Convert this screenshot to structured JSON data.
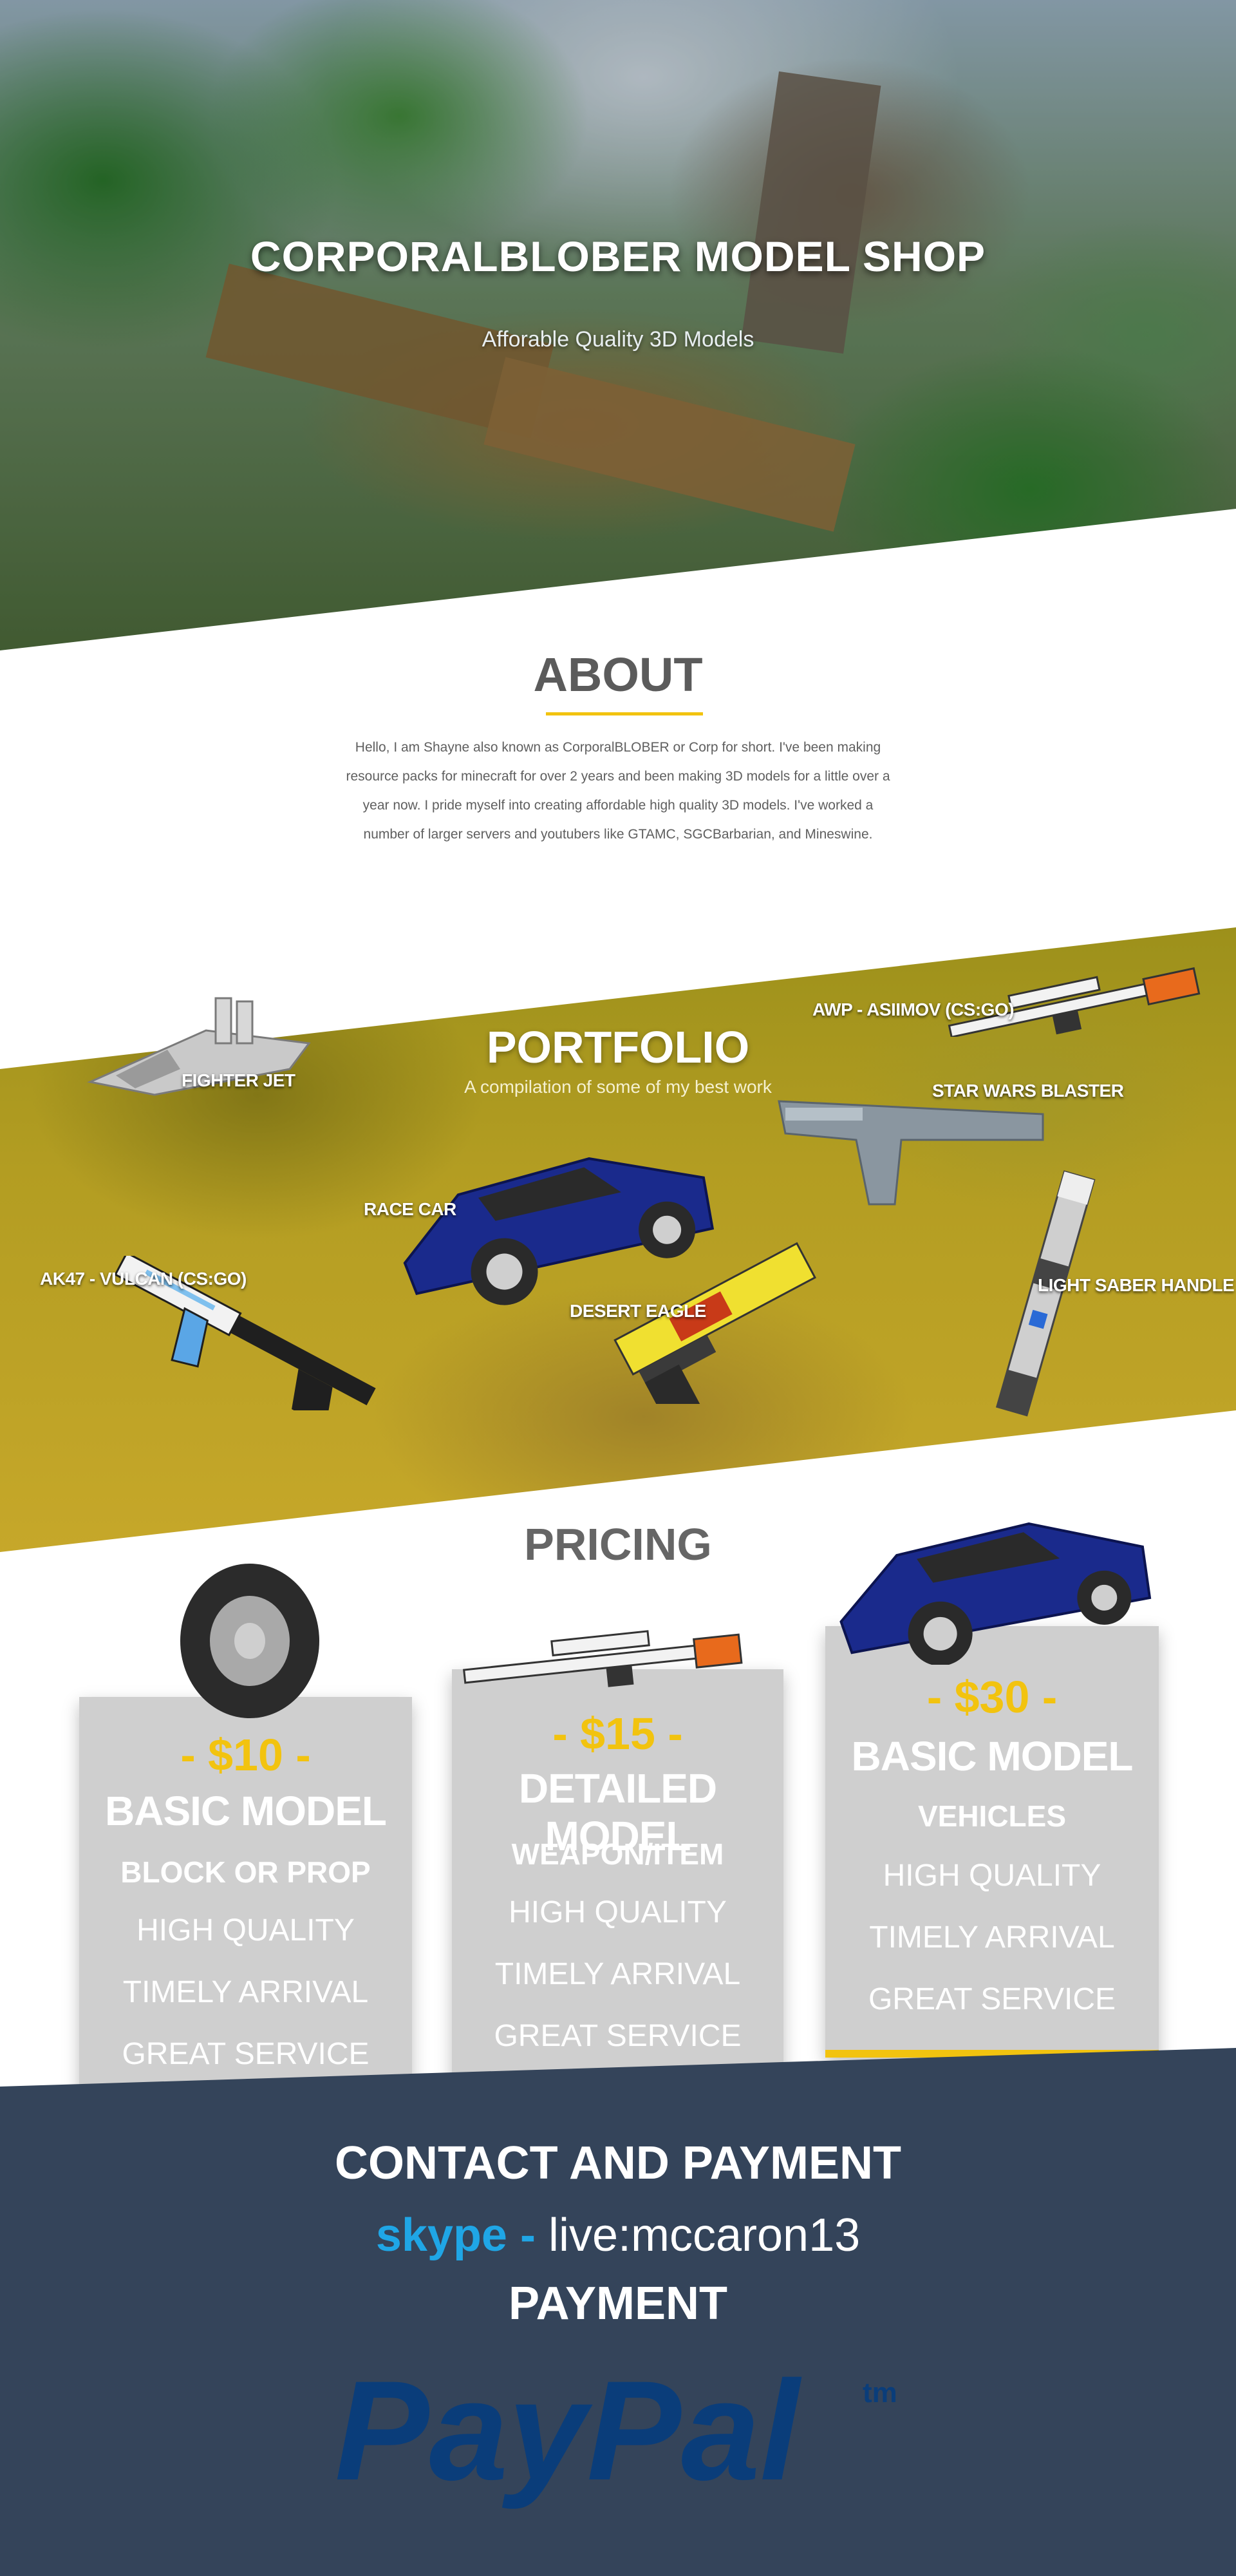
{
  "hero": {
    "title": "CORPORALBLOBER MODEL SHOP",
    "subtitle": "Afforable Quality 3D Models"
  },
  "about": {
    "title": "ABOUT",
    "text": "Hello, I am Shayne also known as CorporalBLOBER or Corp for short. I've been making resource packs for minecraft for over 2 years and been making 3D models for a little over a year now. I pride myself into creating affordable high quality 3D models. I've worked a number of larger servers and youtubers like GTAMC, SGCBarbarian, and Mineswine."
  },
  "portfolio": {
    "title": "PORTFOLIO",
    "subtitle": "A compilation of some of my best work",
    "items": [
      {
        "label": "FIGHTER JET",
        "icon": "fighter-jet"
      },
      {
        "label": "AWP - ASIIMOV (CS:GO)",
        "icon": "sniper-rifle"
      },
      {
        "label": "STAR WARS BLASTER",
        "icon": "blaster"
      },
      {
        "label": "RACE CAR",
        "icon": "race-car"
      },
      {
        "label": "AK47 - VULCAN (CS:GO)",
        "icon": "assault-rifle"
      },
      {
        "label": "DESERT EAGLE",
        "icon": "pistol"
      },
      {
        "label": "LIGHT SABER HANDLE",
        "icon": "light-saber"
      }
    ]
  },
  "pricing": {
    "title": "PRICING",
    "plans": [
      {
        "price": "- $10 -",
        "name": "BASIC MODEL",
        "category": "BLOCK OR PROP",
        "features": [
          "HIGH QUALITY",
          "TIMELY ARRIVAL",
          "GREAT SERVICE"
        ],
        "icon": "tire"
      },
      {
        "price": "- $15 -",
        "name": "DETAILED MODEL",
        "category": "WEAPON/ITEM",
        "features": [
          "HIGH QUALITY",
          "TIMELY ARRIVAL",
          "GREAT SERVICE"
        ],
        "icon": "sniper-rifle"
      },
      {
        "price": "- $30 -",
        "name": "BASIC MODEL",
        "category": "VEHICLES",
        "features": [
          "HIGH QUALITY",
          "TIMELY ARRIVAL",
          "GREAT SERVICE"
        ],
        "icon": "race-car"
      }
    ]
  },
  "contact": {
    "title": "CONTACT AND PAYMENT",
    "skype_label": "skype -",
    "skype_id": "live:mccaron13",
    "payment_title": "PAYMENT",
    "paypal_text": "PayPal",
    "paypal_tm": "tm"
  },
  "colors": {
    "accent": "#f2c30f",
    "contact_bg": "#34445a",
    "skype": "#1fa6e6",
    "card_bg": "#cfcfcf",
    "heading_gray": "#5b5b5b"
  }
}
